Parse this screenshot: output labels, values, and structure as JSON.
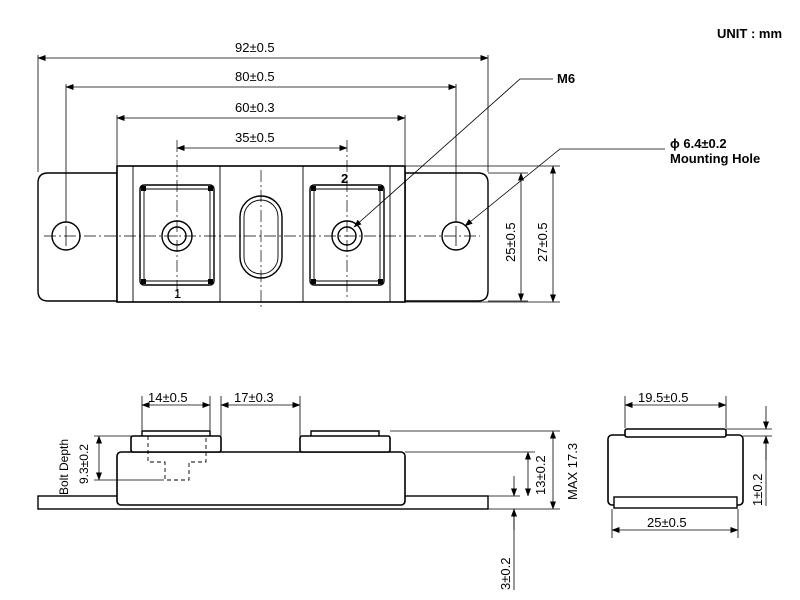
{
  "unit_note": "UNIT : mm",
  "top_view": {
    "dim_overall": "92±0.5",
    "dim_hole_spacing": "80±0.5",
    "dim_body": "60±0.3",
    "dim_terminal_spacing": "35±0.5",
    "thread_label": "M6",
    "hole_label_line1": "ϕ 6.4±0.2",
    "hole_label_line2": "Mounting Hole",
    "dim_body_height": "25±0.5",
    "dim_plate_height": "27±0.5",
    "terminal_1": "1",
    "terminal_2": "2"
  },
  "side_view": {
    "dim_terminal_width": "14±0.5",
    "dim_terminal_gap": "17±0.3",
    "bolt_depth_label": "Bolt Depth",
    "bolt_depth_value": "9.3±0.2",
    "dim_body_thickness": "13±0.2",
    "dim_max_height": "MAX 17.3",
    "dim_plate_thickness": "3±0.2"
  },
  "end_view": {
    "dim_terminal_width": "19.5±0.5",
    "dim_width": "25±0.5",
    "dim_step": "1±0.2"
  }
}
